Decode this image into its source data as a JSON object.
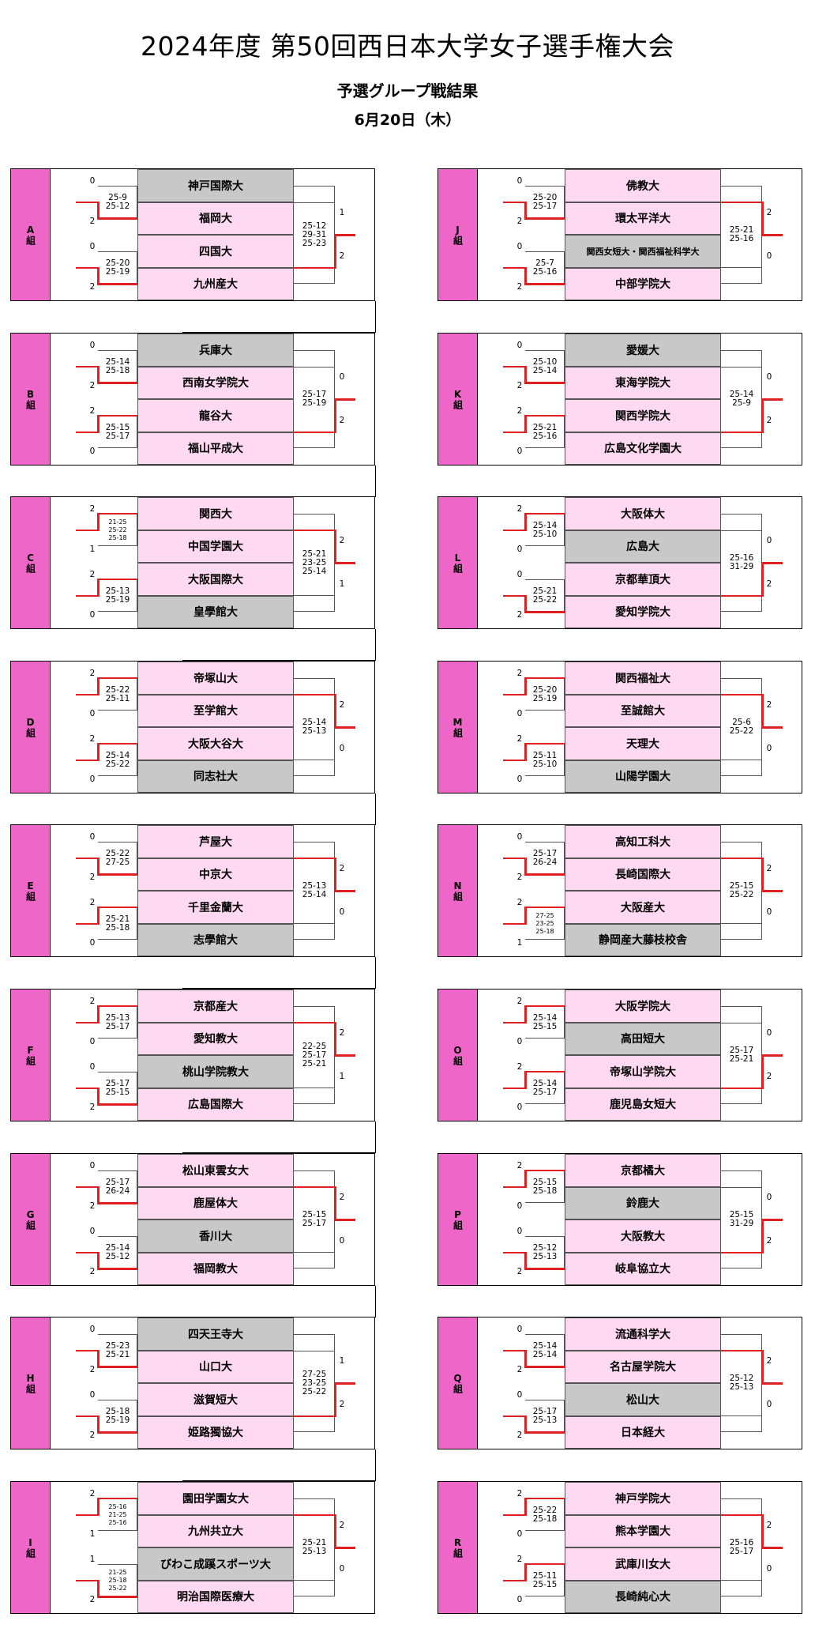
{
  "title": "2024年度 第50回西日本大学女子選手権大会",
  "subtitle": "予選グループ戦結果",
  "date": "6月20日（木）",
  "groups": [
    {
      "label": "A組",
      "teams": [
        {
          "name": "神戸国際大",
          "gray": true
        },
        {
          "name": "福岡大",
          "gray": false
        },
        {
          "name": "四国大",
          "gray": false
        },
        {
          "name": "九州産大",
          "gray": false
        }
      ],
      "m1": {
        "s1": "0",
        "s2": "2",
        "scores": [
          "25-9",
          "25-12"
        ],
        "winner": 2
      },
      "m2": {
        "s1": "0",
        "s2": "2",
        "scores": [
          "25-20",
          "25-19"
        ],
        "winner": 2
      },
      "final": {
        "s1": "1",
        "s2": "2",
        "scores": [
          "25-12",
          "29-31",
          "25-23"
        ],
        "winner": 2
      }
    },
    {
      "label": "B組",
      "teams": [
        {
          "name": "兵庫大",
          "gray": true
        },
        {
          "name": "西南女学院大",
          "gray": false
        },
        {
          "name": "龍谷大",
          "gray": false
        },
        {
          "name": "福山平成大",
          "gray": false
        }
      ],
      "m1": {
        "s1": "0",
        "s2": "2",
        "scores": [
          "25-14",
          "25-18"
        ],
        "winner": 2
      },
      "m2": {
        "s1": "2",
        "s2": "0",
        "scores": [
          "25-15",
          "25-17"
        ],
        "winner": 1
      },
      "final": {
        "s1": "0",
        "s2": "2",
        "scores": [
          "25-17",
          "25-19"
        ],
        "winner": 2
      }
    },
    {
      "label": "C組",
      "teams": [
        {
          "name": "関西大",
          "gray": false
        },
        {
          "name": "中国学園大",
          "gray": false
        },
        {
          "name": "大阪国際大",
          "gray": false
        },
        {
          "name": "皇學館大",
          "gray": true
        }
      ],
      "m1": {
        "s1": "2",
        "s2": "1",
        "scores": [
          "21-25",
          "25-22",
          "25-18"
        ],
        "winner": 1
      },
      "m2": {
        "s1": "2",
        "s2": "0",
        "scores": [
          "25-13",
          "25-19"
        ],
        "winner": 1
      },
      "final": {
        "s1": "2",
        "s2": "1",
        "scores": [
          "25-21",
          "23-25",
          "25-14"
        ],
        "winner": 1
      }
    },
    {
      "label": "D組",
      "teams": [
        {
          "name": "帝塚山大",
          "gray": false
        },
        {
          "name": "至学館大",
          "gray": false
        },
        {
          "name": "大阪大谷大",
          "gray": false
        },
        {
          "name": "同志社大",
          "gray": true
        }
      ],
      "m1": {
        "s1": "2",
        "s2": "0",
        "scores": [
          "25-22",
          "25-11"
        ],
        "winner": 1
      },
      "m2": {
        "s1": "2",
        "s2": "0",
        "scores": [
          "25-14",
          "25-22"
        ],
        "winner": 1
      },
      "final": {
        "s1": "2",
        "s2": "0",
        "scores": [
          "25-14",
          "25-13"
        ],
        "winner": 1
      }
    },
    {
      "label": "E組",
      "teams": [
        {
          "name": "芦屋大",
          "gray": false
        },
        {
          "name": "中京大",
          "gray": false
        },
        {
          "name": "千里金蘭大",
          "gray": false
        },
        {
          "name": "志學館大",
          "gray": true
        }
      ],
      "m1": {
        "s1": "0",
        "s2": "2",
        "scores": [
          "25-22",
          "27-25"
        ],
        "winner": 2
      },
      "m2": {
        "s1": "2",
        "s2": "0",
        "scores": [
          "25-21",
          "25-18"
        ],
        "winner": 1
      },
      "final": {
        "s1": "2",
        "s2": "0",
        "scores": [
          "25-13",
          "25-14"
        ],
        "winner": 1
      }
    },
    {
      "label": "F組",
      "teams": [
        {
          "name": "京都産大",
          "gray": false
        },
        {
          "name": "愛知教大",
          "gray": false
        },
        {
          "name": "桃山学院教大",
          "gray": true
        },
        {
          "name": "広島国際大",
          "gray": false
        }
      ],
      "m1": {
        "s1": "2",
        "s2": "0",
        "scores": [
          "25-13",
          "25-17"
        ],
        "winner": 1
      },
      "m2": {
        "s1": "0",
        "s2": "2",
        "scores": [
          "25-17",
          "25-15"
        ],
        "winner": 2
      },
      "final": {
        "s1": "2",
        "s2": "1",
        "scores": [
          "22-25",
          "25-17",
          "25-21"
        ],
        "winner": 1
      }
    },
    {
      "label": "G組",
      "teams": [
        {
          "name": "松山東雲女大",
          "gray": false
        },
        {
          "name": "鹿屋体大",
          "gray": false
        },
        {
          "name": "香川大",
          "gray": true
        },
        {
          "name": "福岡教大",
          "gray": false
        }
      ],
      "m1": {
        "s1": "0",
        "s2": "2",
        "scores": [
          "25-17",
          "26-24"
        ],
        "winner": 2
      },
      "m2": {
        "s1": "0",
        "s2": "2",
        "scores": [
          "25-14",
          "25-12"
        ],
        "winner": 2
      },
      "final": {
        "s1": "2",
        "s2": "0",
        "scores": [
          "25-15",
          "25-17"
        ],
        "winner": 1
      }
    },
    {
      "label": "H組",
      "teams": [
        {
          "name": "四天王寺大",
          "gray": true
        },
        {
          "name": "山口大",
          "gray": false
        },
        {
          "name": "滋賀短大",
          "gray": false
        },
        {
          "name": "姫路獨協大",
          "gray": false
        }
      ],
      "m1": {
        "s1": "0",
        "s2": "2",
        "scores": [
          "25-23",
          "25-21"
        ],
        "winner": 2
      },
      "m2": {
        "s1": "0",
        "s2": "2",
        "scores": [
          "25-18",
          "25-19"
        ],
        "winner": 2
      },
      "final": {
        "s1": "1",
        "s2": "2",
        "scores": [
          "27-25",
          "23-25",
          "25-22"
        ],
        "winner": 2
      }
    },
    {
      "label": "I組",
      "teams": [
        {
          "name": "園田学園女大",
          "gray": false
        },
        {
          "name": "九州共立大",
          "gray": false
        },
        {
          "name": "びわこ成蹊スポーツ大",
          "gray": true
        },
        {
          "name": "明治国際医療大",
          "gray": false
        }
      ],
      "m1": {
        "s1": "2",
        "s2": "1",
        "scores": [
          "25-16",
          "21-25",
          "25-16"
        ],
        "winner": 1
      },
      "m2": {
        "s1": "1",
        "s2": "2",
        "scores": [
          "21-25",
          "25-18",
          "25-22"
        ],
        "winner": 2
      },
      "final": {
        "s1": "2",
        "s2": "0",
        "scores": [
          "25-21",
          "25-13"
        ],
        "winner": 1
      }
    },
    {
      "label": "J組",
      "teams": [
        {
          "name": "佛教大",
          "gray": false
        },
        {
          "name": "環太平洋大",
          "gray": false
        },
        {
          "name": "関西女短大・関西福祉科学大",
          "gray": true
        },
        {
          "name": "中部学院大",
          "gray": false
        }
      ],
      "m1": {
        "s1": "0",
        "s2": "2",
        "scores": [
          "25-20",
          "25-17"
        ],
        "winner": 2
      },
      "m2": {
        "s1": "0",
        "s2": "2",
        "scores": [
          "25-7",
          "25-16"
        ],
        "winner": 2
      },
      "final": {
        "s1": "2",
        "s2": "0",
        "scores": [
          "25-21",
          "25-16"
        ],
        "winner": 1
      }
    },
    {
      "label": "K組",
      "teams": [
        {
          "name": "愛媛大",
          "gray": true
        },
        {
          "name": "東海学院大",
          "gray": false
        },
        {
          "name": "関西学院大",
          "gray": false
        },
        {
          "name": "広島文化学園大",
          "gray": false
        }
      ],
      "m1": {
        "s1": "0",
        "s2": "2",
        "scores": [
          "25-10",
          "25-14"
        ],
        "winner": 2
      },
      "m2": {
        "s1": "2",
        "s2": "0",
        "scores": [
          "25-21",
          "25-16"
        ],
        "winner": 1
      },
      "final": {
        "s1": "0",
        "s2": "2",
        "scores": [
          "25-14",
          "25-9"
        ],
        "winner": 2
      }
    },
    {
      "label": "L組",
      "teams": [
        {
          "name": "大阪体大",
          "gray": false
        },
        {
          "name": "広島大",
          "gray": true
        },
        {
          "name": "京都華頂大",
          "gray": false
        },
        {
          "name": "愛知学院大",
          "gray": false
        }
      ],
      "m1": {
        "s1": "2",
        "s2": "0",
        "scores": [
          "25-14",
          "25-10"
        ],
        "winner": 1
      },
      "m2": {
        "s1": "0",
        "s2": "2",
        "scores": [
          "25-21",
          "25-22"
        ],
        "winner": 2
      },
      "final": {
        "s1": "0",
        "s2": "2",
        "scores": [
          "25-16",
          "31-29"
        ],
        "winner": 2
      }
    },
    {
      "label": "M組",
      "teams": [
        {
          "name": "関西福祉大",
          "gray": false
        },
        {
          "name": "至誠館大",
          "gray": false
        },
        {
          "name": "天理大",
          "gray": false
        },
        {
          "name": "山陽学園大",
          "gray": true
        }
      ],
      "m1": {
        "s1": "2",
        "s2": "0",
        "scores": [
          "25-20",
          "25-19"
        ],
        "winner": 1
      },
      "m2": {
        "s1": "2",
        "s2": "0",
        "scores": [
          "25-11",
          "25-10"
        ],
        "winner": 1
      },
      "final": {
        "s1": "2",
        "s2": "0",
        "scores": [
          "25-6",
          "25-22"
        ],
        "winner": 1
      }
    },
    {
      "label": "N組",
      "teams": [
        {
          "name": "高知工科大",
          "gray": false
        },
        {
          "name": "長崎国際大",
          "gray": false
        },
        {
          "name": "大阪産大",
          "gray": false
        },
        {
          "name": "静岡産大藤枝校舎",
          "gray": true
        }
      ],
      "m1": {
        "s1": "0",
        "s2": "2",
        "scores": [
          "25-17",
          "26-24"
        ],
        "winner": 2
      },
      "m2": {
        "s1": "2",
        "s2": "1",
        "scores": [
          "27-25",
          "23-25",
          "25-18"
        ],
        "winner": 1
      },
      "final": {
        "s1": "2",
        "s2": "0",
        "scores": [
          "25-15",
          "25-22"
        ],
        "winner": 1
      }
    },
    {
      "label": "O組",
      "teams": [
        {
          "name": "大阪学院大",
          "gray": false
        },
        {
          "name": "高田短大",
          "gray": true
        },
        {
          "name": "帝塚山学院大",
          "gray": false
        },
        {
          "name": "鹿児島女短大",
          "gray": false
        }
      ],
      "m1": {
        "s1": "2",
        "s2": "0",
        "scores": [
          "25-14",
          "25-15"
        ],
        "winner": 1
      },
      "m2": {
        "s1": "2",
        "s2": "0",
        "scores": [
          "25-14",
          "25-17"
        ],
        "winner": 1
      },
      "final": {
        "s1": "0",
        "s2": "2",
        "scores": [
          "25-17",
          "25-21"
        ],
        "winner": 2
      }
    },
    {
      "label": "P組",
      "teams": [
        {
          "name": "京都橘大",
          "gray": false
        },
        {
          "name": "鈴鹿大",
          "gray": true
        },
        {
          "name": "大阪教大",
          "gray": false
        },
        {
          "name": "岐阜協立大",
          "gray": false
        }
      ],
      "m1": {
        "s1": "2",
        "s2": "0",
        "scores": [
          "25-15",
          "25-18"
        ],
        "winner": 1
      },
      "m2": {
        "s1": "0",
        "s2": "2",
        "scores": [
          "25-12",
          "25-13"
        ],
        "winner": 2
      },
      "final": {
        "s1": "0",
        "s2": "2",
        "scores": [
          "25-15",
          "31-29"
        ],
        "winner": 2
      }
    },
    {
      "label": "Q組",
      "teams": [
        {
          "name": "流通科学大",
          "gray": false
        },
        {
          "name": "名古屋学院大",
          "gray": false
        },
        {
          "name": "松山大",
          "gray": true
        },
        {
          "name": "日本経大",
          "gray": false
        }
      ],
      "m1": {
        "s1": "0",
        "s2": "2",
        "scores": [
          "25-14",
          "25-14"
        ],
        "winner": 2
      },
      "m2": {
        "s1": "0",
        "s2": "2",
        "scores": [
          "25-17",
          "25-13"
        ],
        "winner": 2
      },
      "final": {
        "s1": "2",
        "s2": "0",
        "scores": [
          "25-12",
          "25-13"
        ],
        "winner": 1
      }
    },
    {
      "label": "R組",
      "teams": [
        {
          "name": "神戸学院大",
          "gray": false
        },
        {
          "name": "熊本学園大",
          "gray": false
        },
        {
          "name": "武庫川女大",
          "gray": false
        },
        {
          "name": "長崎純心大",
          "gray": true
        }
      ],
      "m1": {
        "s1": "2",
        "s2": "0",
        "scores": [
          "25-22",
          "25-18"
        ],
        "winner": 1
      },
      "m2": {
        "s1": "2",
        "s2": "0",
        "scores": [
          "25-11",
          "25-15"
        ],
        "winner": 1
      },
      "final": {
        "s1": "2",
        "s2": "0",
        "scores": [
          "25-16",
          "25-17"
        ],
        "winner": 1
      }
    }
  ]
}
